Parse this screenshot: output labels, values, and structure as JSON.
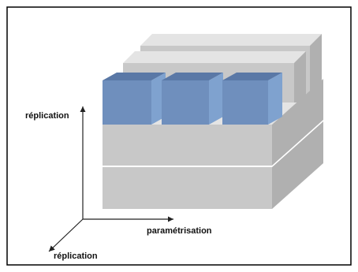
{
  "labels": {
    "vertical_axis": "réplication",
    "horizontal_axis": "paramétrisation",
    "depth_axis": "réplication"
  },
  "colors": {
    "border": "#000000",
    "gray_front": "#c8c8c8",
    "gray_top": "#e4e4e4",
    "gray_side": "#b0b0b0",
    "blue_front": "#6f8fbd",
    "blue_top": "#5a78a6",
    "blue_side": "#7fa2cf",
    "axis": "#222222"
  },
  "diagram": {
    "gray_layers_count": 2,
    "back_rows_count": 2,
    "blue_cubes_count": 3
  }
}
